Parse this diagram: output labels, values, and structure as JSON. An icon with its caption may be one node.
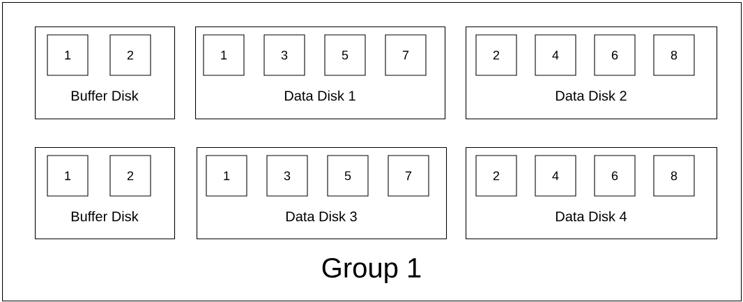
{
  "diagram": {
    "nodes": [
      {
        "text": [
          "Group 1"
        ]
      },
      {
        "text": [
          "Buffer Disk"
        ],
        "in": 0
      },
      {
        "text": [
          "1"
        ],
        "in": 1
      },
      {
        "text": [
          "2"
        ],
        "in": 1
      },
      {
        "text": [
          "Data Disk 1"
        ],
        "in": 0
      },
      {
        "text": [
          "1"
        ],
        "in": 4
      },
      {
        "text": [
          "3"
        ],
        "in": 4
      },
      {
        "text": [
          "5"
        ],
        "in": 4
      },
      {
        "text": [
          "7"
        ],
        "in": 4
      },
      {
        "text": [
          "Data Disk 2"
        ],
        "in": 0
      },
      {
        "text": [
          "2"
        ],
        "in": 9
      },
      {
        "text": [
          "4"
        ],
        "in": 9
      },
      {
        "text": [
          "6"
        ],
        "in": 9
      },
      {
        "text": [
          "8"
        ],
        "in": 9
      },
      {
        "text": [
          "Buffer Disk"
        ],
        "in": 0
      },
      {
        "text": [
          "1"
        ],
        "in": 14
      },
      {
        "text": [
          "2"
        ],
        "in": 14
      },
      {
        "text": [
          "Data Disk 3"
        ],
        "in": 0
      },
      {
        "text": [
          "1"
        ],
        "in": 17
      },
      {
        "text": [
          "3"
        ],
        "in": 17
      },
      {
        "text": [
          "5"
        ],
        "in": 17
      },
      {
        "text": [
          "7"
        ],
        "in": 17
      },
      {
        "text": [
          "Data Disk 4"
        ],
        "in": 0
      },
      {
        "text": [
          "2"
        ],
        "in": 22
      },
      {
        "text": [
          "4"
        ],
        "in": 22
      },
      {
        "text": [
          "6"
        ],
        "in": 22
      },
      {
        "text": [
          "8"
        ],
        "in": 22
      }
    ]
  }
}
